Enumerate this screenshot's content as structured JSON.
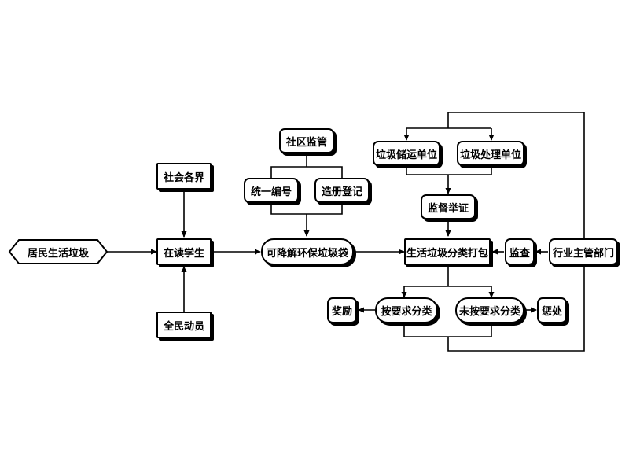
{
  "diagram": {
    "nodes": {
      "residents_garbage": "居民生活垃圾",
      "social_sectors": "社会各界",
      "students": "在读学生",
      "all_people": "全民动员",
      "community_supervision": "社区监管",
      "unified_numbering": "统一编号",
      "registration": "造册登记",
      "degradable_bags": "可降解环保垃圾袋",
      "storage_transport": "垃圾储运单位",
      "processing_unit": "垃圾处理单位",
      "supervise_report": "监督举证",
      "sort_pack": "生活垃圾分类打包",
      "inspection": "监查",
      "authorities": "行业主管部门",
      "sorted_correctly": "按要求分类",
      "not_sorted": "未按要求分类",
      "reward": "奖励",
      "punishment": "惩处"
    },
    "colors": {
      "stroke": "#000000",
      "fill": "#ffffff"
    }
  }
}
